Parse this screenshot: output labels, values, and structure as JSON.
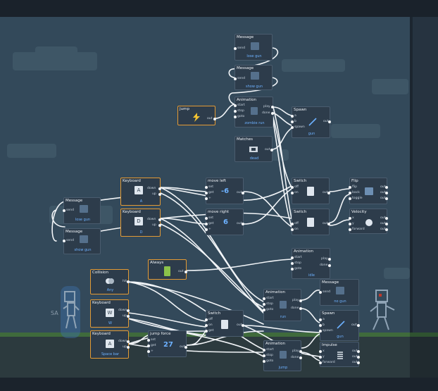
{
  "colors": {
    "sky": "#33495a",
    "node_bg": "#2d3c4b",
    "node_selected_border": "#e39a35",
    "pin": "#f2f5f8",
    "value_text": "#6db1ff",
    "grass": "#3f6a3c"
  },
  "player_label": "SA",
  "nodes": {
    "msg_top": {
      "title": "Message",
      "ports_in": [
        "send"
      ],
      "value": "lose gun",
      "icon": "envelope-icon"
    },
    "msg_show": {
      "title": "Message",
      "ports_in": [
        "send"
      ],
      "value": "show gun",
      "icon": "envelope-icon"
    },
    "anim_top": {
      "title": "Animation",
      "ports_in": [
        "start",
        "stop",
        "goto"
      ],
      "ports_out": [
        "play",
        "done"
      ],
      "value": "zombie run",
      "icon": "film-icon"
    },
    "jump": {
      "title": "Jump",
      "ports_out": [
        "out"
      ],
      "icon": "lightning-icon"
    },
    "spawn_top": {
      "title": "Spawn",
      "ports_in": [
        "a",
        "b",
        "spawn"
      ],
      "ports_out": [
        "out"
      ],
      "value": "gun",
      "icon": "wand-icon"
    },
    "matches": {
      "title": "Matches",
      "ports_out": [
        "out"
      ],
      "value": "dead",
      "icon": "target-icon"
    },
    "kb_left": {
      "title": "Keyboard",
      "ports_out": [
        "down",
        "up"
      ],
      "value": "A",
      "icon": "key-icon"
    },
    "kb_right": {
      "title": "Keyboard",
      "ports_out": [
        "down",
        "up"
      ],
      "value": "D",
      "icon": "key-icon"
    },
    "move_left": {
      "title": "move left",
      "ports_in": [
        "set",
        "get",
        "+"
      ],
      "ports_out": [
        "out"
      ],
      "value": "-6"
    },
    "move_right": {
      "title": "move right",
      "ports_in": [
        "set",
        "get",
        "+"
      ],
      "ports_out": [
        "out"
      ],
      "value": "6"
    },
    "switch_top": {
      "title": "Switch",
      "ports_in": [
        "off",
        "on"
      ],
      "ports_out": [
        "out"
      ],
      "icon": "toggle-icon"
    },
    "switch_mid": {
      "title": "Switch",
      "ports_in": [
        "off",
        "on"
      ],
      "ports_out": [
        "out"
      ],
      "icon": "toggle-icon"
    },
    "flip": {
      "title": "Flip",
      "ports_in": [
        "flip",
        "back",
        "toggle"
      ],
      "ports_out": [
        "out",
        "out",
        "out"
      ],
      "icon": "flip-icon"
    },
    "velocity": {
      "title": "Velocity",
      "ports_in": [
        "x",
        "y",
        "forward"
      ],
      "ports_out": [
        "out",
        "out",
        "out"
      ],
      "icon": "velocity-icon"
    },
    "msg_left": {
      "title": "Message",
      "ports_in": [
        "send"
      ],
      "value": "lose gun",
      "icon": "envelope-icon"
    },
    "msg_left2": {
      "title": "Message",
      "ports_in": [
        "send"
      ],
      "value": "show gun",
      "icon": "envelope-icon"
    },
    "anim_idle": {
      "title": "Animation",
      "ports_in": [
        "start",
        "stop",
        "goto"
      ],
      "ports_out": [
        "play",
        "done"
      ],
      "value": "idle"
    },
    "always": {
      "title": "Always",
      "ports_out": [
        "out"
      ],
      "icon": "battery-icon"
    },
    "collision": {
      "title": "Collision",
      "ports_out": [
        "hit"
      ],
      "value": "Any",
      "icon": "collision-icon"
    },
    "anim_run": {
      "title": "Animation",
      "ports_in": [
        "start",
        "stop",
        "goto"
      ],
      "ports_out": [
        "play",
        "done"
      ],
      "value": "run",
      "icon": "film-icon"
    },
    "msg_right": {
      "title": "Message",
      "ports_in": [
        "send"
      ],
      "value": "no gun",
      "icon": "envelope-icon"
    },
    "kb_w": {
      "title": "Keyboard",
      "ports_out": [
        "down",
        "up"
      ],
      "value": "W",
      "icon": "key-icon"
    },
    "switch_bot": {
      "title": "Switch",
      "ports_in": [
        "off",
        "on",
        "get"
      ],
      "ports_out": [
        "out"
      ],
      "icon": "toggle-icon"
    },
    "spawn_bot": {
      "title": "Spawn",
      "ports_in": [
        "a",
        "b",
        "spawn"
      ],
      "ports_out": [
        "out"
      ],
      "value": "gun",
      "icon": "wand-icon"
    },
    "kb_space": {
      "title": "Keyboard",
      "ports_out": [
        "down",
        "up"
      ],
      "value": "Space bar",
      "icon": "key-icon"
    },
    "jump_force": {
      "title": "jump force",
      "ports_in": [
        "set",
        "get",
        "+"
      ],
      "ports_out": [
        "out"
      ],
      "value": "27"
    },
    "anim_jump": {
      "title": "Animation",
      "ports_in": [
        "start",
        "stop",
        "goto"
      ],
      "ports_out": [
        "play",
        "done"
      ],
      "value": "jump",
      "icon": "film-icon"
    },
    "impulse": {
      "title": "Impulse",
      "ports_in": [
        "x",
        "y",
        "forward"
      ],
      "ports_out": [
        "out",
        "out",
        "out"
      ],
      "icon": "spring-icon"
    }
  }
}
